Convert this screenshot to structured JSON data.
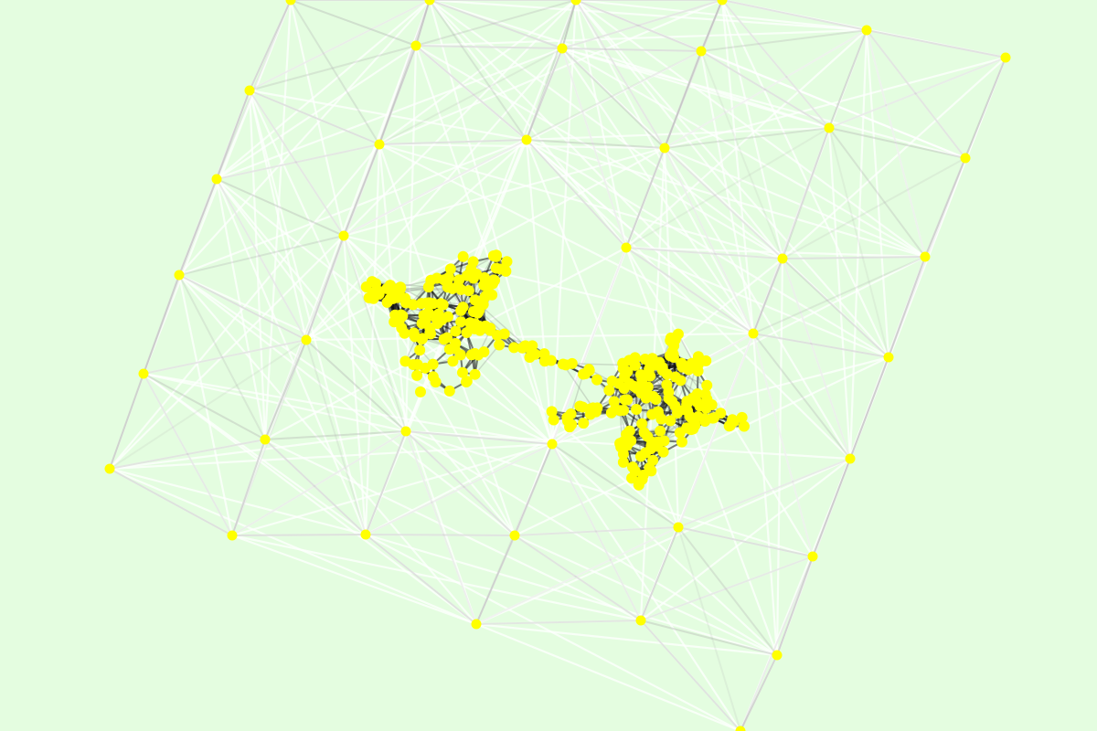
{
  "view": {
    "background_color": "#e4fde0"
  },
  "graph": {
    "node_color": "#ffff00",
    "edge_color_light": "#ffffff",
    "edge_color_mid": "#b0b0b0",
    "edge_color_dark": "#111111",
    "layout": "force-directed",
    "outer_node_count": 39,
    "cluster_node_count": 320
  }
}
